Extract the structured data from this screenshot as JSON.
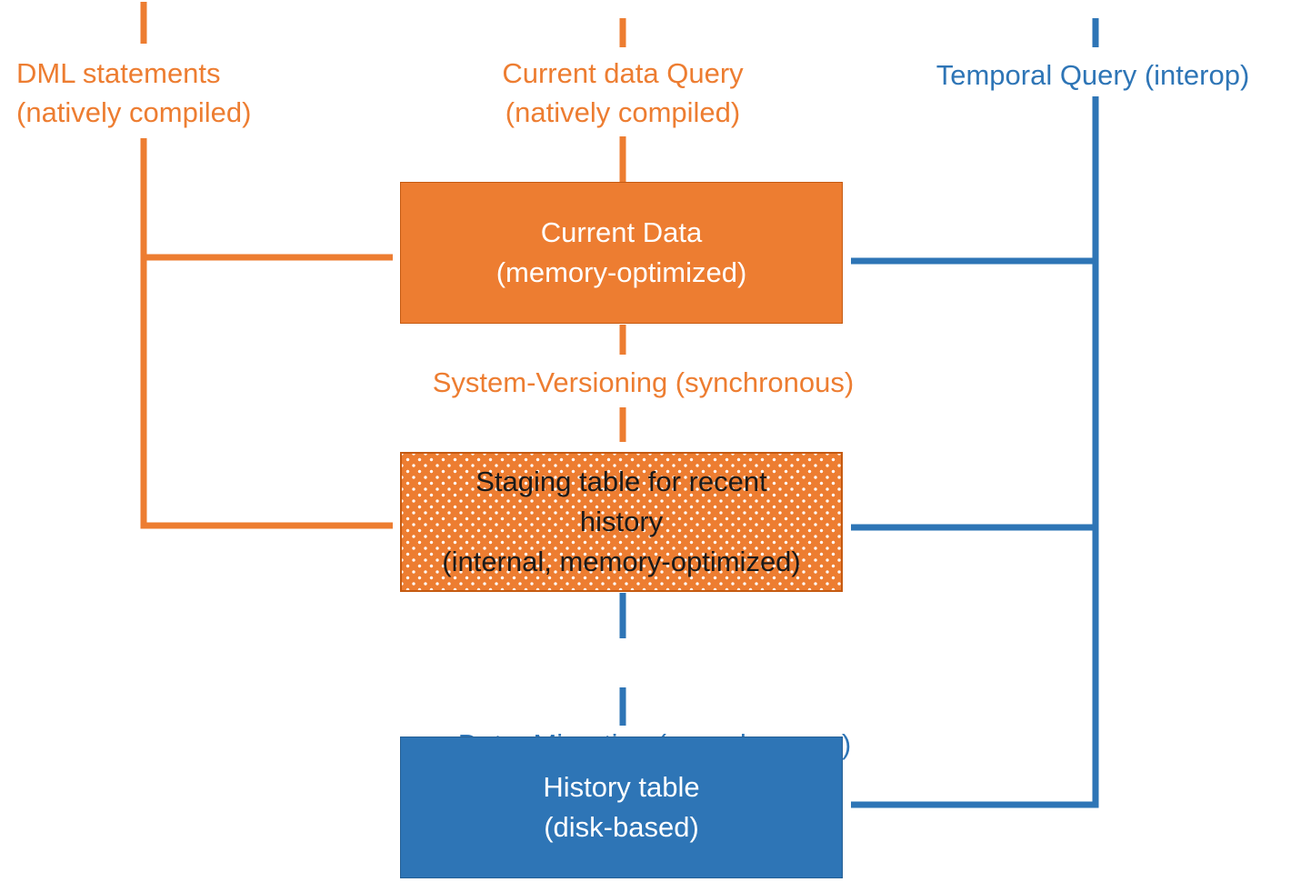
{
  "colors": {
    "orange": "#ED7D31",
    "blue": "#2E75B6",
    "staging_text": "#1a1a1a",
    "box_text": "#FFFFFF"
  },
  "labels": {
    "dml_line1": "DML statements",
    "dml_line2": "(natively compiled)",
    "current_query_line1": "Current data Query",
    "current_query_line2": "(natively compiled)",
    "temporal_query": "Temporal Query (interop)",
    "system_versioning": "System-Versioning (synchronous)",
    "data_migration": "Data  Migration (asynchronous)"
  },
  "boxes": {
    "current_data": {
      "line1": "Current Data",
      "line2": "(memory-optimized)"
    },
    "staging": {
      "line1": "Staging table for recent",
      "line2": "history",
      "line3": "(internal, memory-optimized)"
    },
    "history": {
      "line1": "History table",
      "line2": "(disk-based)"
    }
  }
}
